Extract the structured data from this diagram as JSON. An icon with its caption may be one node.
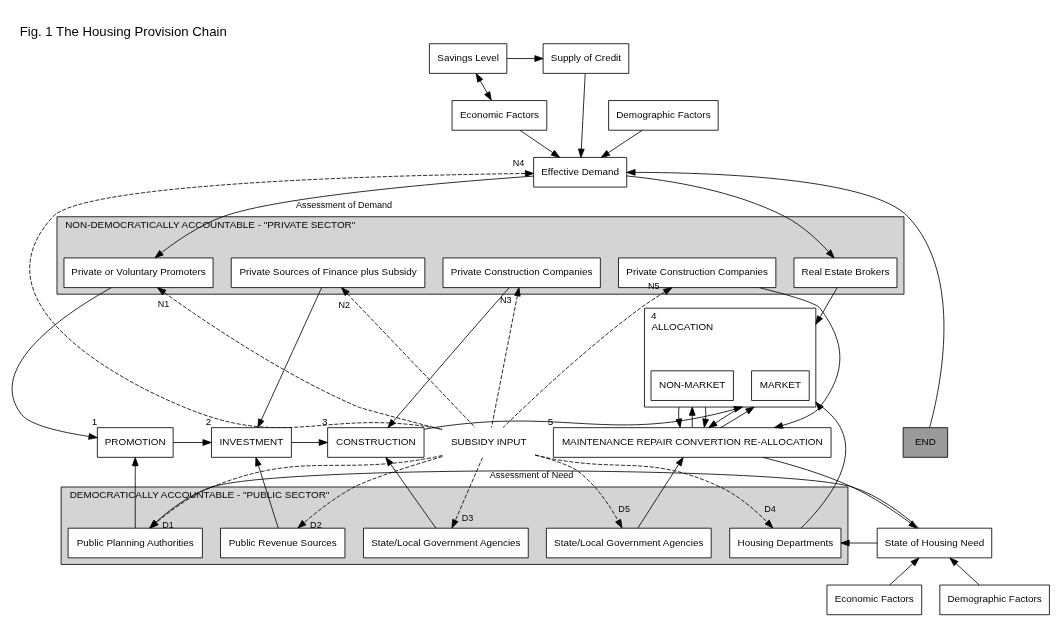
{
  "diagram": {
    "title": "Fig. 1 The Housing Provision Chain",
    "nodes": [
      {
        "text": [
          "Savings Level"
        ]
      },
      {
        "text": [
          "Supply of Credit"
        ]
      },
      {
        "text": [
          "Economic Factors"
        ]
      },
      {
        "text": [
          "Demographic Factors"
        ]
      },
      {
        "text": [
          "Effective Demand"
        ]
      },
      {
        "text": [
          "NON-DEMOCRATICALLY ACCOUNTABLE - \"PRIVATE SECTOR\""
        ]
      },
      {
        "text": [
          "Private or Voluntary Promoters"
        ],
        "in": 5
      },
      {
        "text": [
          "Private Sources of Finance plus Subsidy"
        ],
        "in": 5
      },
      {
        "text": [
          "Private Construction Companies"
        ],
        "in": 5
      },
      {
        "text": [
          "Real Estate Brokers"
        ],
        "in": 5
      },
      {
        "text": [
          "Private Construction Companies"
        ],
        "in": 5
      },
      {
        "text": [
          "SUBSIDY INPUT"
        ]
      },
      {
        "text": [
          "PROMOTION"
        ],
        "beside": [
          "1"
        ]
      },
      {
        "text": [
          "INVESTMENT"
        ],
        "beside": [
          "2"
        ]
      },
      {
        "text": [
          "CONSTRUCTION"
        ],
        "beside": [
          "3"
        ]
      },
      {
        "text": [
          "ALLOCATION"
        ],
        "beside": [
          "4"
        ]
      },
      {
        "text": [
          "MARKET"
        ],
        "in": 15
      },
      {
        "text": [
          "NON-MARKET"
        ],
        "in": 15
      },
      {
        "text": [
          "MAINTENANCE REPAIR CONVERTION RE-ALLOCATION"
        ],
        "beside": [
          "5"
        ]
      },
      {
        "text": [
          "END"
        ]
      },
      {
        "text": [
          "DEMOCRATICALLY ACCOUNTABLE - \"PUBLIC SECTOR\""
        ]
      },
      {
        "text": [
          "Public Planning Authorities"
        ],
        "in": 20
      },
      {
        "text": [
          "Public Revenue Sources"
        ],
        "in": 20
      },
      {
        "text": [
          "State/Local Government Agencies"
        ],
        "in": 20
      },
      {
        "text": [
          "Housing Departments"
        ],
        "in": 20
      },
      {
        "text": [
          "State/Local Government Agencies"
        ],
        "in": 20
      },
      {
        "text": [
          "State of Housing Need"
        ]
      },
      {
        "text": [
          "Economic Factors"
        ]
      },
      {
        "text": [
          "Demographic Factors"
        ]
      }
    ],
    "edges": [
      {
        "from": 0,
        "to": 1,
        "arrow": "to"
      },
      {
        "from": 0,
        "to": 2,
        "arrow": "both"
      },
      {
        "from": 2,
        "to": 4,
        "arrow": "to"
      },
      {
        "from": 1,
        "to": 4,
        "arrow": "to"
      },
      {
        "from": 3,
        "to": 4,
        "arrow": "to"
      },
      {
        "from": 4,
        "to": 6,
        "arrow": "to",
        "label": "Assessment of Demand"
      },
      {
        "from": 4,
        "to": 9,
        "arrow": "to"
      },
      {
        "from": 19,
        "to": 4,
        "arrow": "to"
      },
      {
        "from": 11,
        "to": 6,
        "arrow": "to",
        "style": "dashed",
        "label": "N1"
      },
      {
        "from": 11,
        "to": 7,
        "arrow": "to",
        "style": "dashed",
        "label": "N2"
      },
      {
        "from": 11,
        "to": 8,
        "arrow": "to",
        "style": "dashed",
        "label": "N3"
      },
      {
        "from": 11,
        "to": 4,
        "arrow": "to",
        "style": "dashed",
        "label": "N4"
      },
      {
        "from": 11,
        "to": 10,
        "arrow": "to",
        "style": "dashed",
        "label": "N5"
      },
      {
        "from": 6,
        "to": 12,
        "arrow": "to"
      },
      {
        "from": 7,
        "to": 13,
        "arrow": "to"
      },
      {
        "from": 8,
        "to": 14,
        "arrow": "to"
      },
      {
        "from": 9,
        "to": 15,
        "arrow": "to"
      },
      {
        "from": 10,
        "to": 18,
        "arrow": "to"
      },
      {
        "from": 12,
        "to": 13,
        "arrow": "to"
      },
      {
        "from": 13,
        "to": 14,
        "arrow": "to"
      },
      {
        "from": 14,
        "to": 15,
        "arrow": "to"
      },
      {
        "from": 15,
        "to": 18,
        "arrow": "to"
      },
      {
        "from": 18,
        "to": 15,
        "arrow": "to"
      },
      {
        "from": 15,
        "to": 18,
        "arrow": "to"
      },
      {
        "from": 18,
        "to": 15,
        "arrow": "to"
      },
      {
        "from": 15,
        "to": 18,
        "arrow": "to"
      },
      {
        "from": 11,
        "to": 21,
        "arrow": "to",
        "style": "dashed",
        "label": "D1"
      },
      {
        "from": 11,
        "to": 22,
        "arrow": "to",
        "style": "dashed",
        "label": "D2"
      },
      {
        "from": 11,
        "to": 23,
        "arrow": "to",
        "style": "dashed",
        "label": "D3"
      },
      {
        "from": 11,
        "to": 24,
        "arrow": "to",
        "style": "dashed",
        "label": "D4"
      },
      {
        "from": 11,
        "to": 25,
        "arrow": "to",
        "style": "dashed",
        "label": "D5"
      },
      {
        "from": 21,
        "to": 12,
        "arrow": "to"
      },
      {
        "from": 22,
        "to": 13,
        "arrow": "to"
      },
      {
        "from": 23,
        "to": 14,
        "arrow": "to"
      },
      {
        "from": 24,
        "to": 15,
        "arrow": "to"
      },
      {
        "from": 25,
        "to": 18,
        "arrow": "to"
      },
      {
        "from": 26,
        "to": 24,
        "arrow": "to"
      },
      {
        "from": 27,
        "to": 26,
        "arrow": "to"
      },
      {
        "from": 28,
        "to": 26,
        "arrow": "to"
      },
      {
        "from": 18,
        "to": 26,
        "arrow": "to"
      },
      {
        "from": 26,
        "to": 21,
        "arrow": "to",
        "label": "Assessment of Need"
      }
    ]
  }
}
